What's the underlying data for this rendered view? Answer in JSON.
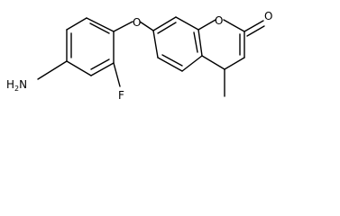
{
  "molecule": {
    "atoms": {
      "amine": "H",
      "amine_sub": "2",
      "amine_n": "N",
      "fluorine": "F",
      "ether_oxygen": "O",
      "ring_oxygen": "O",
      "carbonyl_oxygen": "O"
    }
  }
}
